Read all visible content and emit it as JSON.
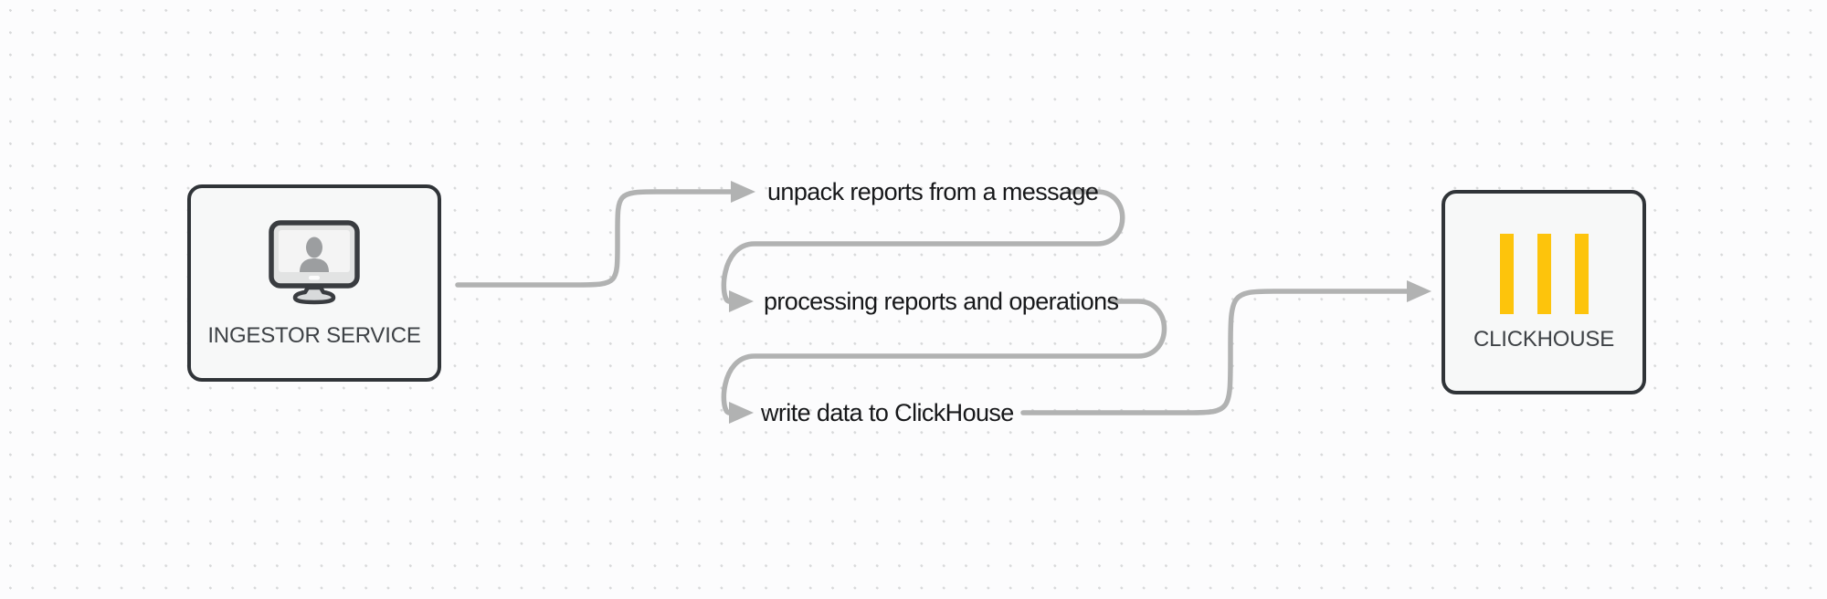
{
  "diagram": {
    "type": "flow-diagram",
    "background": {
      "color": "#fcfcfd",
      "pattern": "dot-grid",
      "dot_color": "#d8d9da"
    },
    "nodes": {
      "ingestor": {
        "label": "INGESTOR SERVICE",
        "icon": "monitor-user-icon",
        "fill": "#f7f8f8",
        "border_color": "#303438"
      },
      "clickhouse": {
        "label": "CLICKHOUSE",
        "icon": "clickhouse-logo-icon",
        "fill": "#f7f8f8",
        "border_color": "#303438",
        "brand_color": "#fdc40c"
      }
    },
    "flow": {
      "from": "INGESTOR SERVICE",
      "to": "CLICKHOUSE",
      "steps": [
        {
          "label": "unpack reports from a message"
        },
        {
          "label": "processing reports and operations"
        },
        {
          "label": "write data to ClickHouse"
        }
      ]
    },
    "colors": {
      "connector": "#b1b2b2",
      "step_text": "#17181a",
      "node_label_text": "#3e4246"
    }
  }
}
